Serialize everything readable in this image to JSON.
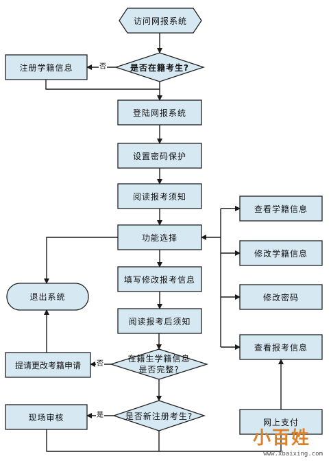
{
  "nodes": {
    "start": "访问网报系统",
    "q_enrolled": "是否在籍考生?",
    "register": "注册学籍信息",
    "login": "登陆网报系统",
    "set_pwd": "设置密码保护",
    "read_notice": "阅读报考须知",
    "func_select": "功能选择",
    "view_status": "查看学籍信息",
    "modify_status": "修改学籍信息",
    "modify_pwd": "修改密码",
    "view_exam": "查看报考信息",
    "fill_exam": "填写修改报考信息",
    "read_after": "阅读报考后须知",
    "exit": "退出系统",
    "q_complete_l1": "在籍生学籍信息",
    "q_complete_l2": "是否完整?",
    "apply_change": "提请更改考籍申请",
    "q_new": "是否新注册考生?",
    "onsite": "现场审核",
    "pay": "网上支付"
  },
  "edge_labels": {
    "no1": "否",
    "no2": "否",
    "yes": "是"
  },
  "watermark": {
    "logo": "小百姓",
    "site": "www.xbaixing.com"
  }
}
